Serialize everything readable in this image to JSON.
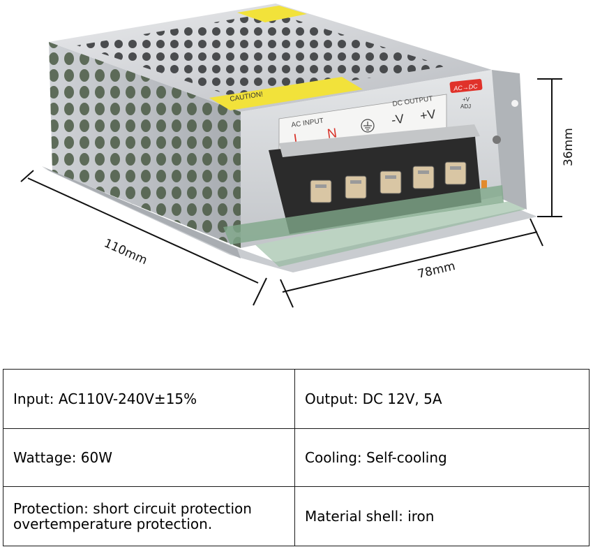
{
  "dimensions": {
    "length": "110mm",
    "width": "78mm",
    "height": "36mm"
  },
  "device_labels": {
    "caution": "CAUTION!",
    "ac_input": "AC INPUT",
    "terminal_l": "L",
    "terminal_n": "N",
    "dc_output": "DC OUTPUT",
    "terminal_neg": "-V",
    "terminal_pos": "+V",
    "ac_dc": "AC→DC",
    "adj_plus": "+V",
    "adj": "ADJ"
  },
  "specs": {
    "input": "Input: AC110V-240V±15%",
    "output": "Output: DC 12V, 5A",
    "wattage": "Wattage: 60W",
    "cooling": "Cooling: Self-cooling",
    "protection_line1": "Protection: short circuit protection",
    "protection_line2": "overtemperature protection.",
    "material": "Material shell: iron"
  },
  "colors": {
    "caution_label": "#f2e23a",
    "terminal_block": "#2b2b2b",
    "ac_dc_badge": "#e0322a",
    "terminal_letters": "#d8332a"
  }
}
